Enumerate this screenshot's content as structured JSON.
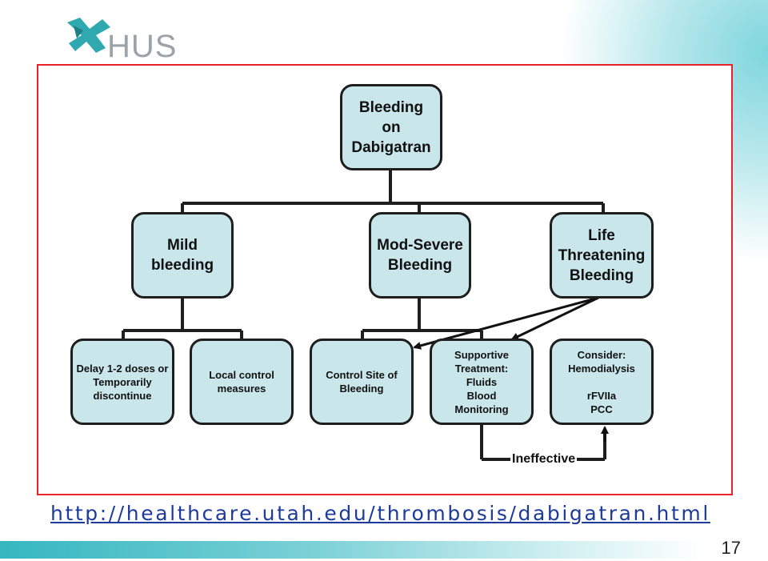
{
  "brand": {
    "name": "HUS",
    "text_color": "#9aa3aa",
    "mark_color": "#2fa8b0"
  },
  "colors": {
    "node_fill": "#c9e6ea",
    "frame_border": "#e8232a",
    "link": "#1d3b9a"
  },
  "diagram": {
    "nodes": {
      "root": "Bleeding\non\nDabigatran",
      "mild": "Mild\nbleeding",
      "mod_severe": "Mod-Severe\nBleeding",
      "life_threatening": "Life\nThreatening\nBleeding",
      "delay_doses": "Delay 1-2 doses or\nTemporarily\ndiscontinue",
      "local_control": "Local control\nmeasures",
      "control_site": "Control Site of\nBleeding",
      "supportive": "Supportive\nTreatment:\nFluids\nBlood\nMonitoring",
      "consider": "Consider:\nHemodialysis\n\nrFVIIa\nPCC"
    },
    "edge_label": "Ineffective"
  },
  "source_link": "http://healthcare.utah.edu/thrombosis/dabigatran.html",
  "page_number": "17"
}
